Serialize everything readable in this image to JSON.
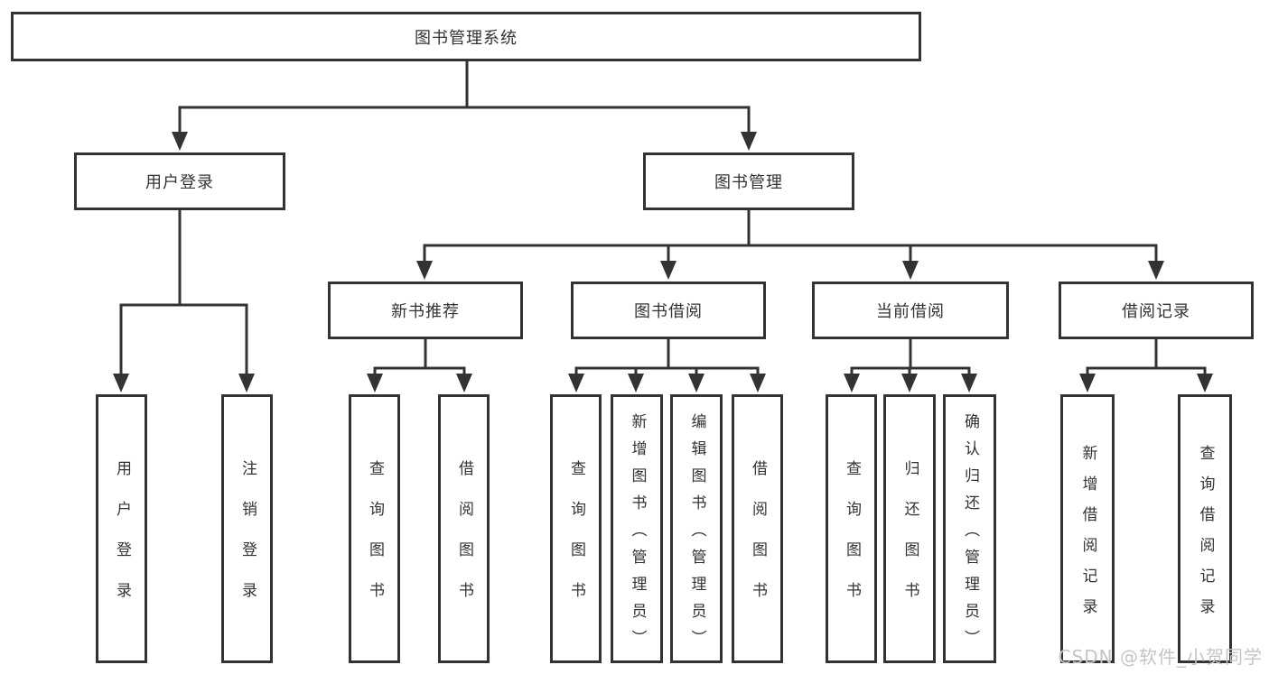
{
  "watermark": "CSDN @软件_小贺同学",
  "colors": {
    "line": "#333333",
    "text": "#333333",
    "watermark": "#c5c5c5",
    "background": "#ffffff"
  },
  "tree": {
    "root": {
      "label": "图书管理系统"
    },
    "l1": [
      {
        "label": "用户登录",
        "leaves": [
          "用户登录",
          "注销登录"
        ]
      },
      {
        "label": "图书管理",
        "groups": [
          {
            "label": "新书推荐",
            "leaves": [
              "查询图书",
              "借阅图书"
            ]
          },
          {
            "label": "图书借阅",
            "leaves": [
              "查询图书",
              "新增图书（管理员）",
              "编辑图书（管理员）",
              "借阅图书"
            ]
          },
          {
            "label": "当前借阅",
            "leaves": [
              "查询图书",
              "归还图书",
              "确认归还（管理员）"
            ]
          },
          {
            "label": "借阅记录",
            "leaves": [
              "新增借阅记录",
              "查询借阅记录"
            ]
          }
        ]
      }
    ]
  }
}
